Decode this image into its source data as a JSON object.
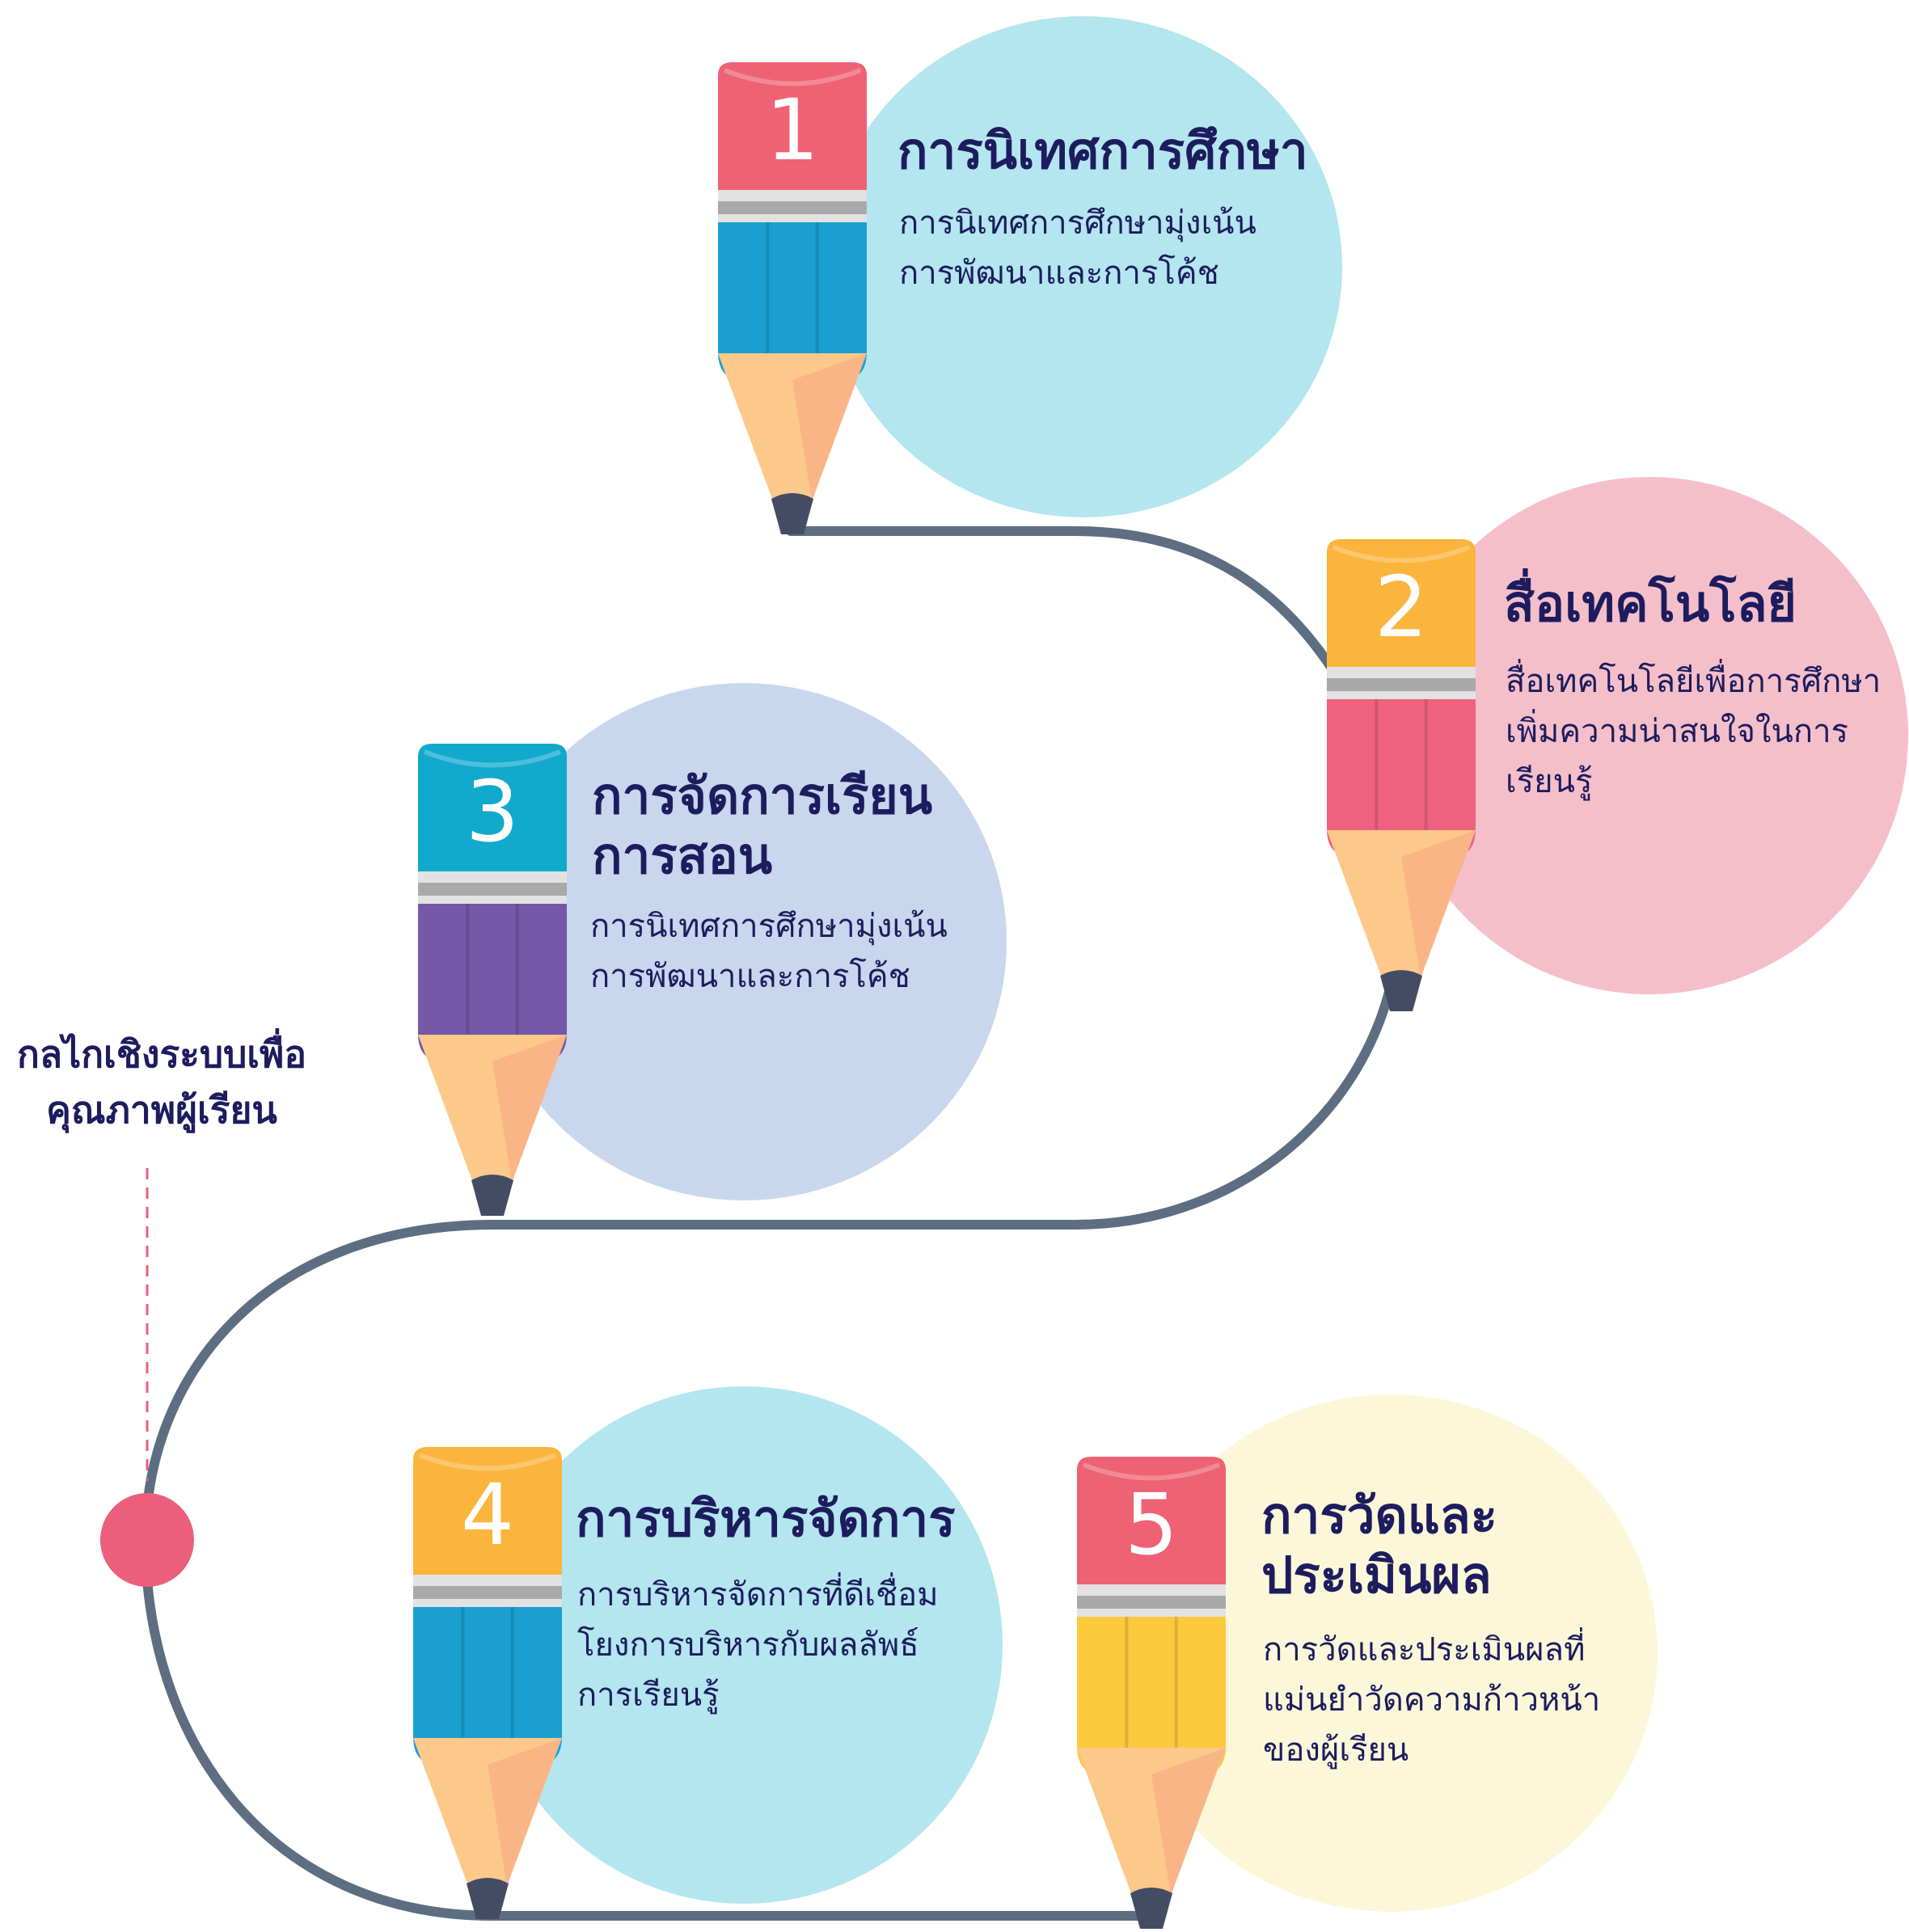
{
  "root_label": {
    "line1": "กลไกเชิงระบบเพื่อ",
    "line2": "คุณภาพผู้เรียน"
  },
  "steps": [
    {
      "number": "1",
      "title_lines": [
        "การนิเทศการศึกษา"
      ],
      "desc_lines": [
        "การนิเทศการศึกษามุ่งเน้น",
        "การพัฒนาและการโค้ช"
      ],
      "circle_color": "#b3e6ef",
      "cap_color": "#ee6274",
      "body_color": "#1a9fd0"
    },
    {
      "number": "2",
      "title_lines": [
        "สื่อเทคโนโลยี"
      ],
      "desc_lines": [
        "สื่อเทคโนโลยีเพื่อการศึกษา",
        "เพิ่มความน่าสนใจในการ",
        "เรียนรู้"
      ],
      "circle_color": "#f5bfca",
      "cap_color": "#fbb43c",
      "body_color": "#ee6280"
    },
    {
      "number": "3",
      "title_lines": [
        "การจัดการเรียน",
        "การสอน"
      ],
      "desc_lines": [
        "การนิเทศการศึกษามุ่งเน้น",
        "การพัฒนาและการโค้ช"
      ],
      "circle_color": "#c8d7ed",
      "cap_color": "#11a9cc",
      "body_color": "#7558a8"
    },
    {
      "number": "4",
      "title_lines": [
        "การบริหารจัดการ"
      ],
      "desc_lines": [
        "การบริหารจัดการที่ดีเชื่อม",
        "โยงการบริหารกับผลลัพธ์",
        "การเรียนรู้"
      ],
      "circle_color": "#b3e6ef",
      "cap_color": "#fbb43c",
      "body_color": "#1a9fd0"
    },
    {
      "number": "5",
      "title_lines": [
        "การวัดและ",
        "ประเมินผล"
      ],
      "desc_lines": [
        "การวัดและประเมินผลที่",
        "แม่นยำวัดความก้าวหน้า",
        "ของผู้เรียน"
      ],
      "circle_color": "#fdf7d9",
      "cap_color": "#ee6274",
      "body_color": "#fbc93c"
    }
  ],
  "path_color": "#5d6d82",
  "node_color": "#ec5f7c",
  "dash_color": "#ec5f7c"
}
